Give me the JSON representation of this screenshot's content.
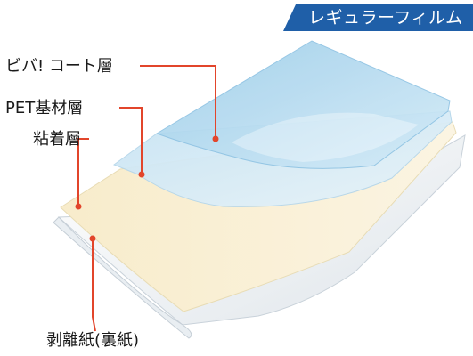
{
  "badge": {
    "text": "レギュラーフィルム"
  },
  "labels": {
    "coat": "ビバ! コート層",
    "pet": "PET基材層",
    "adhesive": "粘着層",
    "release": "剥離紙(裏紙)"
  },
  "colors": {
    "badge_bg": "#1f5fa8",
    "leader_line": "#e2452b",
    "coat_layer": "#a9d3ec",
    "pet_layer": "#cfe6f4",
    "adhesive_layer": "#f7ecc9",
    "release_layer": "#f4f6f8"
  }
}
